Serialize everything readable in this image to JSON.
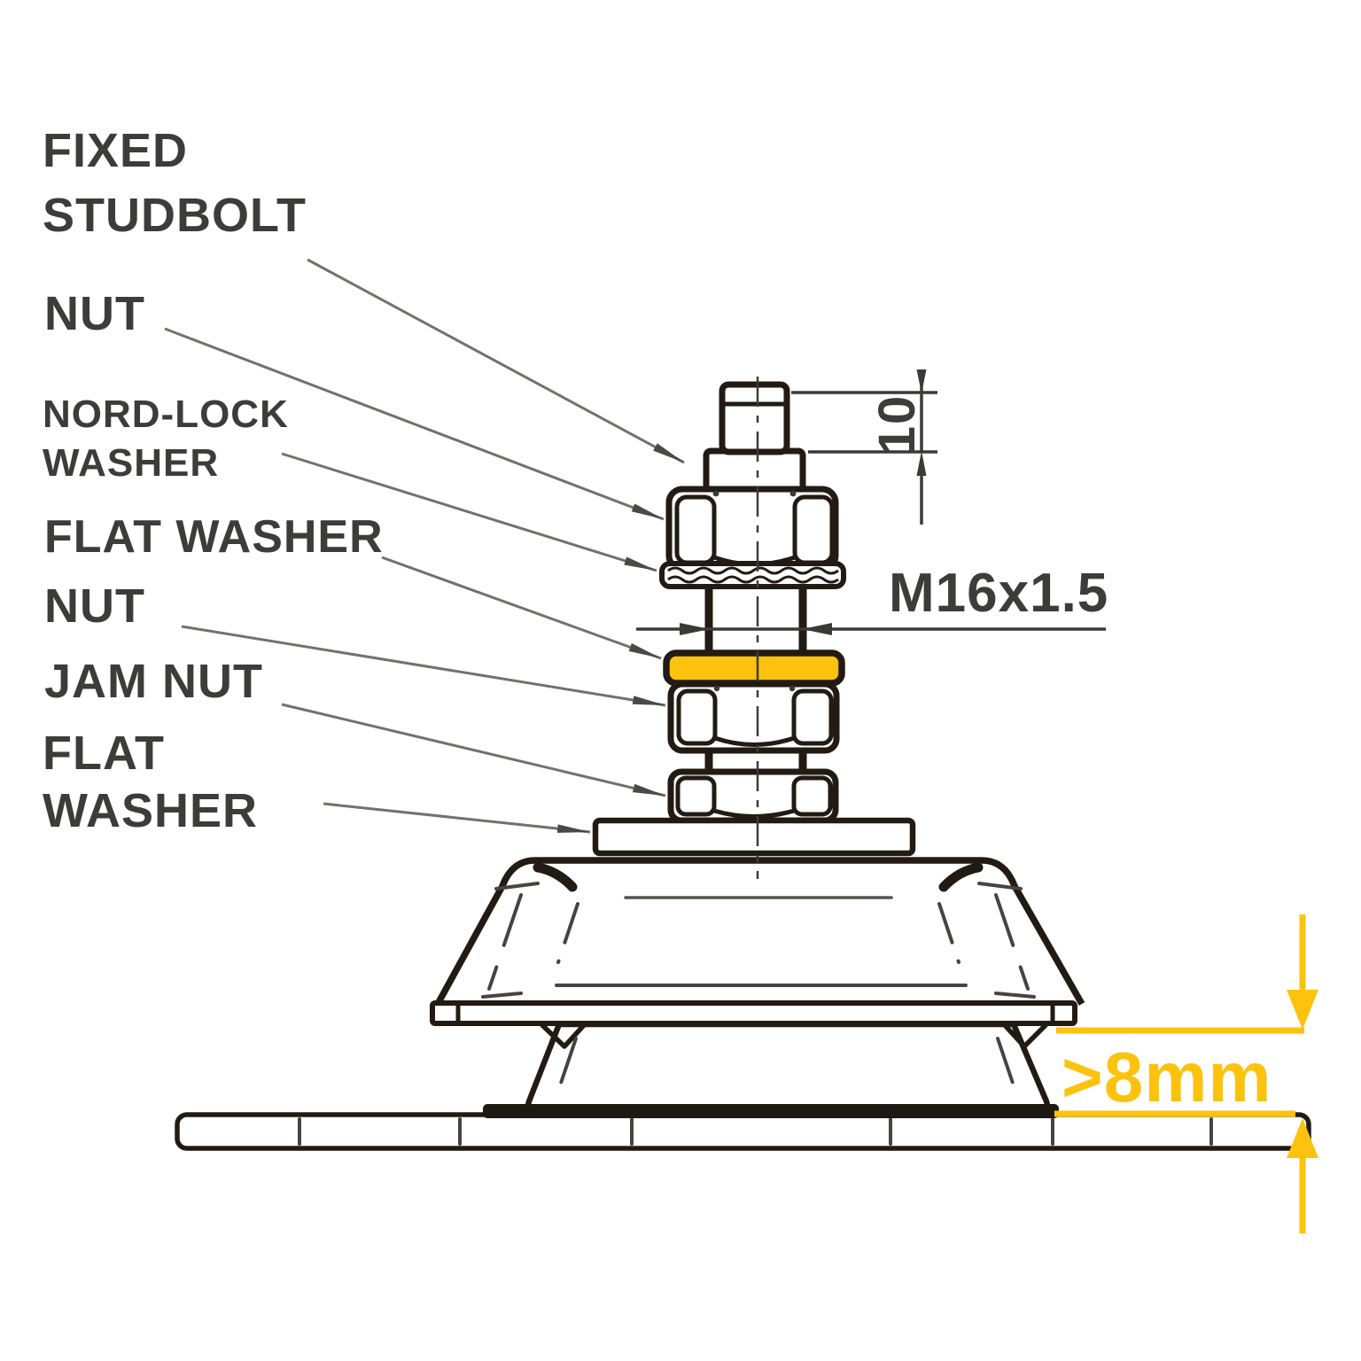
{
  "colors": {
    "highlight_yellow": "#FCC20E",
    "ink": "#221b13",
    "label_ink": "#3c3c3b",
    "leader_gray": "#72726b"
  },
  "callouts": {
    "fixed_studbolt": {
      "line1": "FIXED",
      "line2": "STUDBOLT"
    },
    "nut_top": {
      "line1": "NUT"
    },
    "nordlock_washer": {
      "line1": "NORD-LOCK",
      "line2": "WASHER"
    },
    "flat_washer_mid": {
      "line1": "FLAT WASHER"
    },
    "nut_mid": {
      "line1": "NUT"
    },
    "jam_nut": {
      "line1": "JAM NUT"
    },
    "flat_washer_bottom": {
      "line1": "FLAT",
      "line2": "WASHER"
    }
  },
  "dimensions": {
    "stud_protrusion": "10",
    "thread_spec": "M16x1.5",
    "min_clearance": ">8mm"
  }
}
